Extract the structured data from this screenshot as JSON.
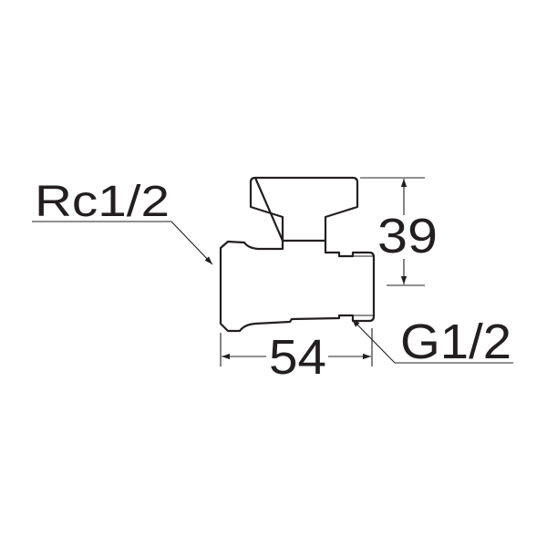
{
  "drawing": {
    "labels": {
      "inlet_thread": "Rc1/2",
      "outlet_thread": "G1/2"
    },
    "dimensions": {
      "width": "54",
      "height": "39"
    },
    "colors": {
      "line": "#231f20",
      "background": "#ffffff"
    }
  }
}
